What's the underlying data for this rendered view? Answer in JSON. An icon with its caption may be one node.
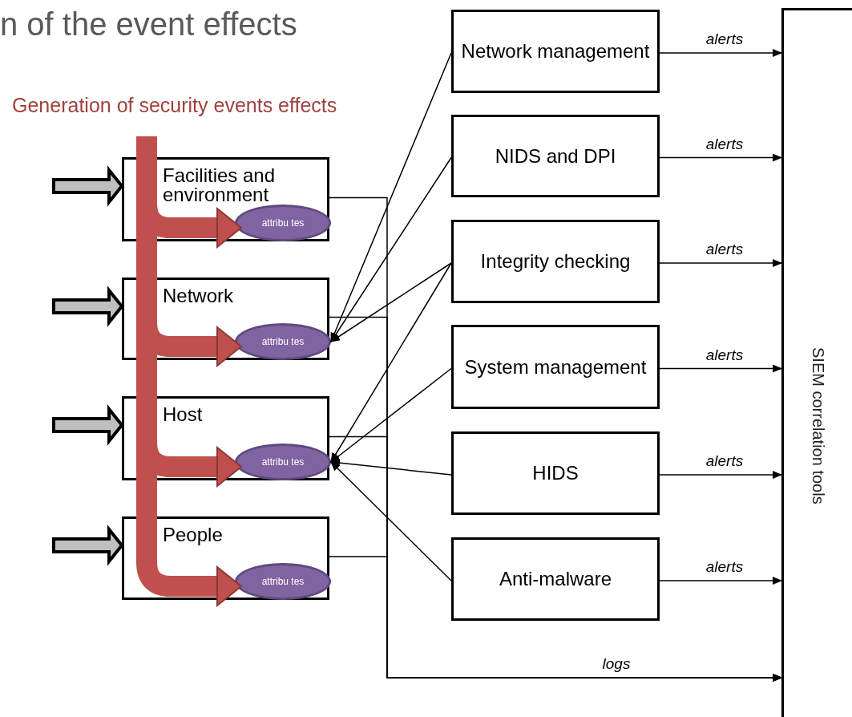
{
  "diagram": {
    "title": "n of the event effects",
    "nodes": [
      {
        "text": [
          "Generation of security events effects"
        ]
      },
      {
        "text": [
          "Facilities and environment"
        ]
      },
      {
        "text": [
          "attribu tes"
        ],
        "in": 1
      },
      {
        "text": [
          "Network"
        ]
      },
      {
        "text": [
          "attribu tes"
        ],
        "in": 3
      },
      {
        "text": [
          "Host"
        ]
      },
      {
        "text": [
          "attribu tes"
        ],
        "in": 5
      },
      {
        "text": [
          "People"
        ]
      },
      {
        "text": [
          "attribu tes"
        ],
        "in": 7
      },
      {
        "text": [
          "Network management"
        ]
      },
      {
        "text": [
          "NIDS and DPI"
        ]
      },
      {
        "text": [
          "Integrity checking"
        ]
      },
      {
        "text": [
          "System management"
        ]
      },
      {
        "text": [
          "HIDS"
        ]
      },
      {
        "text": [
          "Anti-malware"
        ]
      },
      {
        "text": [
          "SIEM correlation tools"
        ]
      }
    ],
    "edges": [
      {
        "from": null,
        "to": 1,
        "arrow": "to",
        "style": "thick",
        "color": "#bfbfbf"
      },
      {
        "from": null,
        "to": 3,
        "arrow": "to",
        "style": "thick",
        "color": "#bfbfbf"
      },
      {
        "from": null,
        "to": 5,
        "arrow": "to",
        "style": "thick",
        "color": "#bfbfbf"
      },
      {
        "from": null,
        "to": 7,
        "arrow": "to",
        "style": "thick",
        "color": "#bfbfbf"
      },
      {
        "from": 0,
        "to": 2,
        "arrow": "to",
        "style": "thick",
        "color": "#c0504d"
      },
      {
        "from": 0,
        "to": 4,
        "arrow": "to",
        "style": "thick",
        "color": "#c0504d"
      },
      {
        "from": 0,
        "to": 6,
        "arrow": "to",
        "style": "thick",
        "color": "#c0504d"
      },
      {
        "from": 0,
        "to": 8,
        "arrow": "to",
        "style": "thick",
        "color": "#c0504d"
      },
      {
        "from": 9,
        "to": 4,
        "arrow": "to"
      },
      {
        "from": 10,
        "to": 4,
        "arrow": "to"
      },
      {
        "from": 11,
        "to": 4,
        "arrow": "to"
      },
      {
        "from": 11,
        "to": 6,
        "arrow": "to"
      },
      {
        "from": 12,
        "to": 6,
        "arrow": "to"
      },
      {
        "from": 13,
        "to": 6,
        "arrow": "to"
      },
      {
        "from": 14,
        "to": 6,
        "arrow": "to"
      },
      {
        "from": 9,
        "to": 15,
        "arrow": "to",
        "label": "alerts"
      },
      {
        "from": 10,
        "to": 15,
        "arrow": "to",
        "label": "alerts"
      },
      {
        "from": 11,
        "to": 15,
        "arrow": "to",
        "label": "alerts"
      },
      {
        "from": 12,
        "to": 15,
        "arrow": "to",
        "label": "alerts"
      },
      {
        "from": 13,
        "to": 15,
        "arrow": "to",
        "label": "alerts"
      },
      {
        "from": 14,
        "to": 15,
        "arrow": "to",
        "label": "alerts"
      },
      {
        "from": 1,
        "to": 15,
        "arrow": "to"
      },
      {
        "from": 3,
        "to": 15,
        "arrow": "to"
      },
      {
        "from": 5,
        "to": 15,
        "arrow": "to"
      },
      {
        "from": 7,
        "to": 15,
        "arrow": "to",
        "label": "logs"
      }
    ]
  }
}
